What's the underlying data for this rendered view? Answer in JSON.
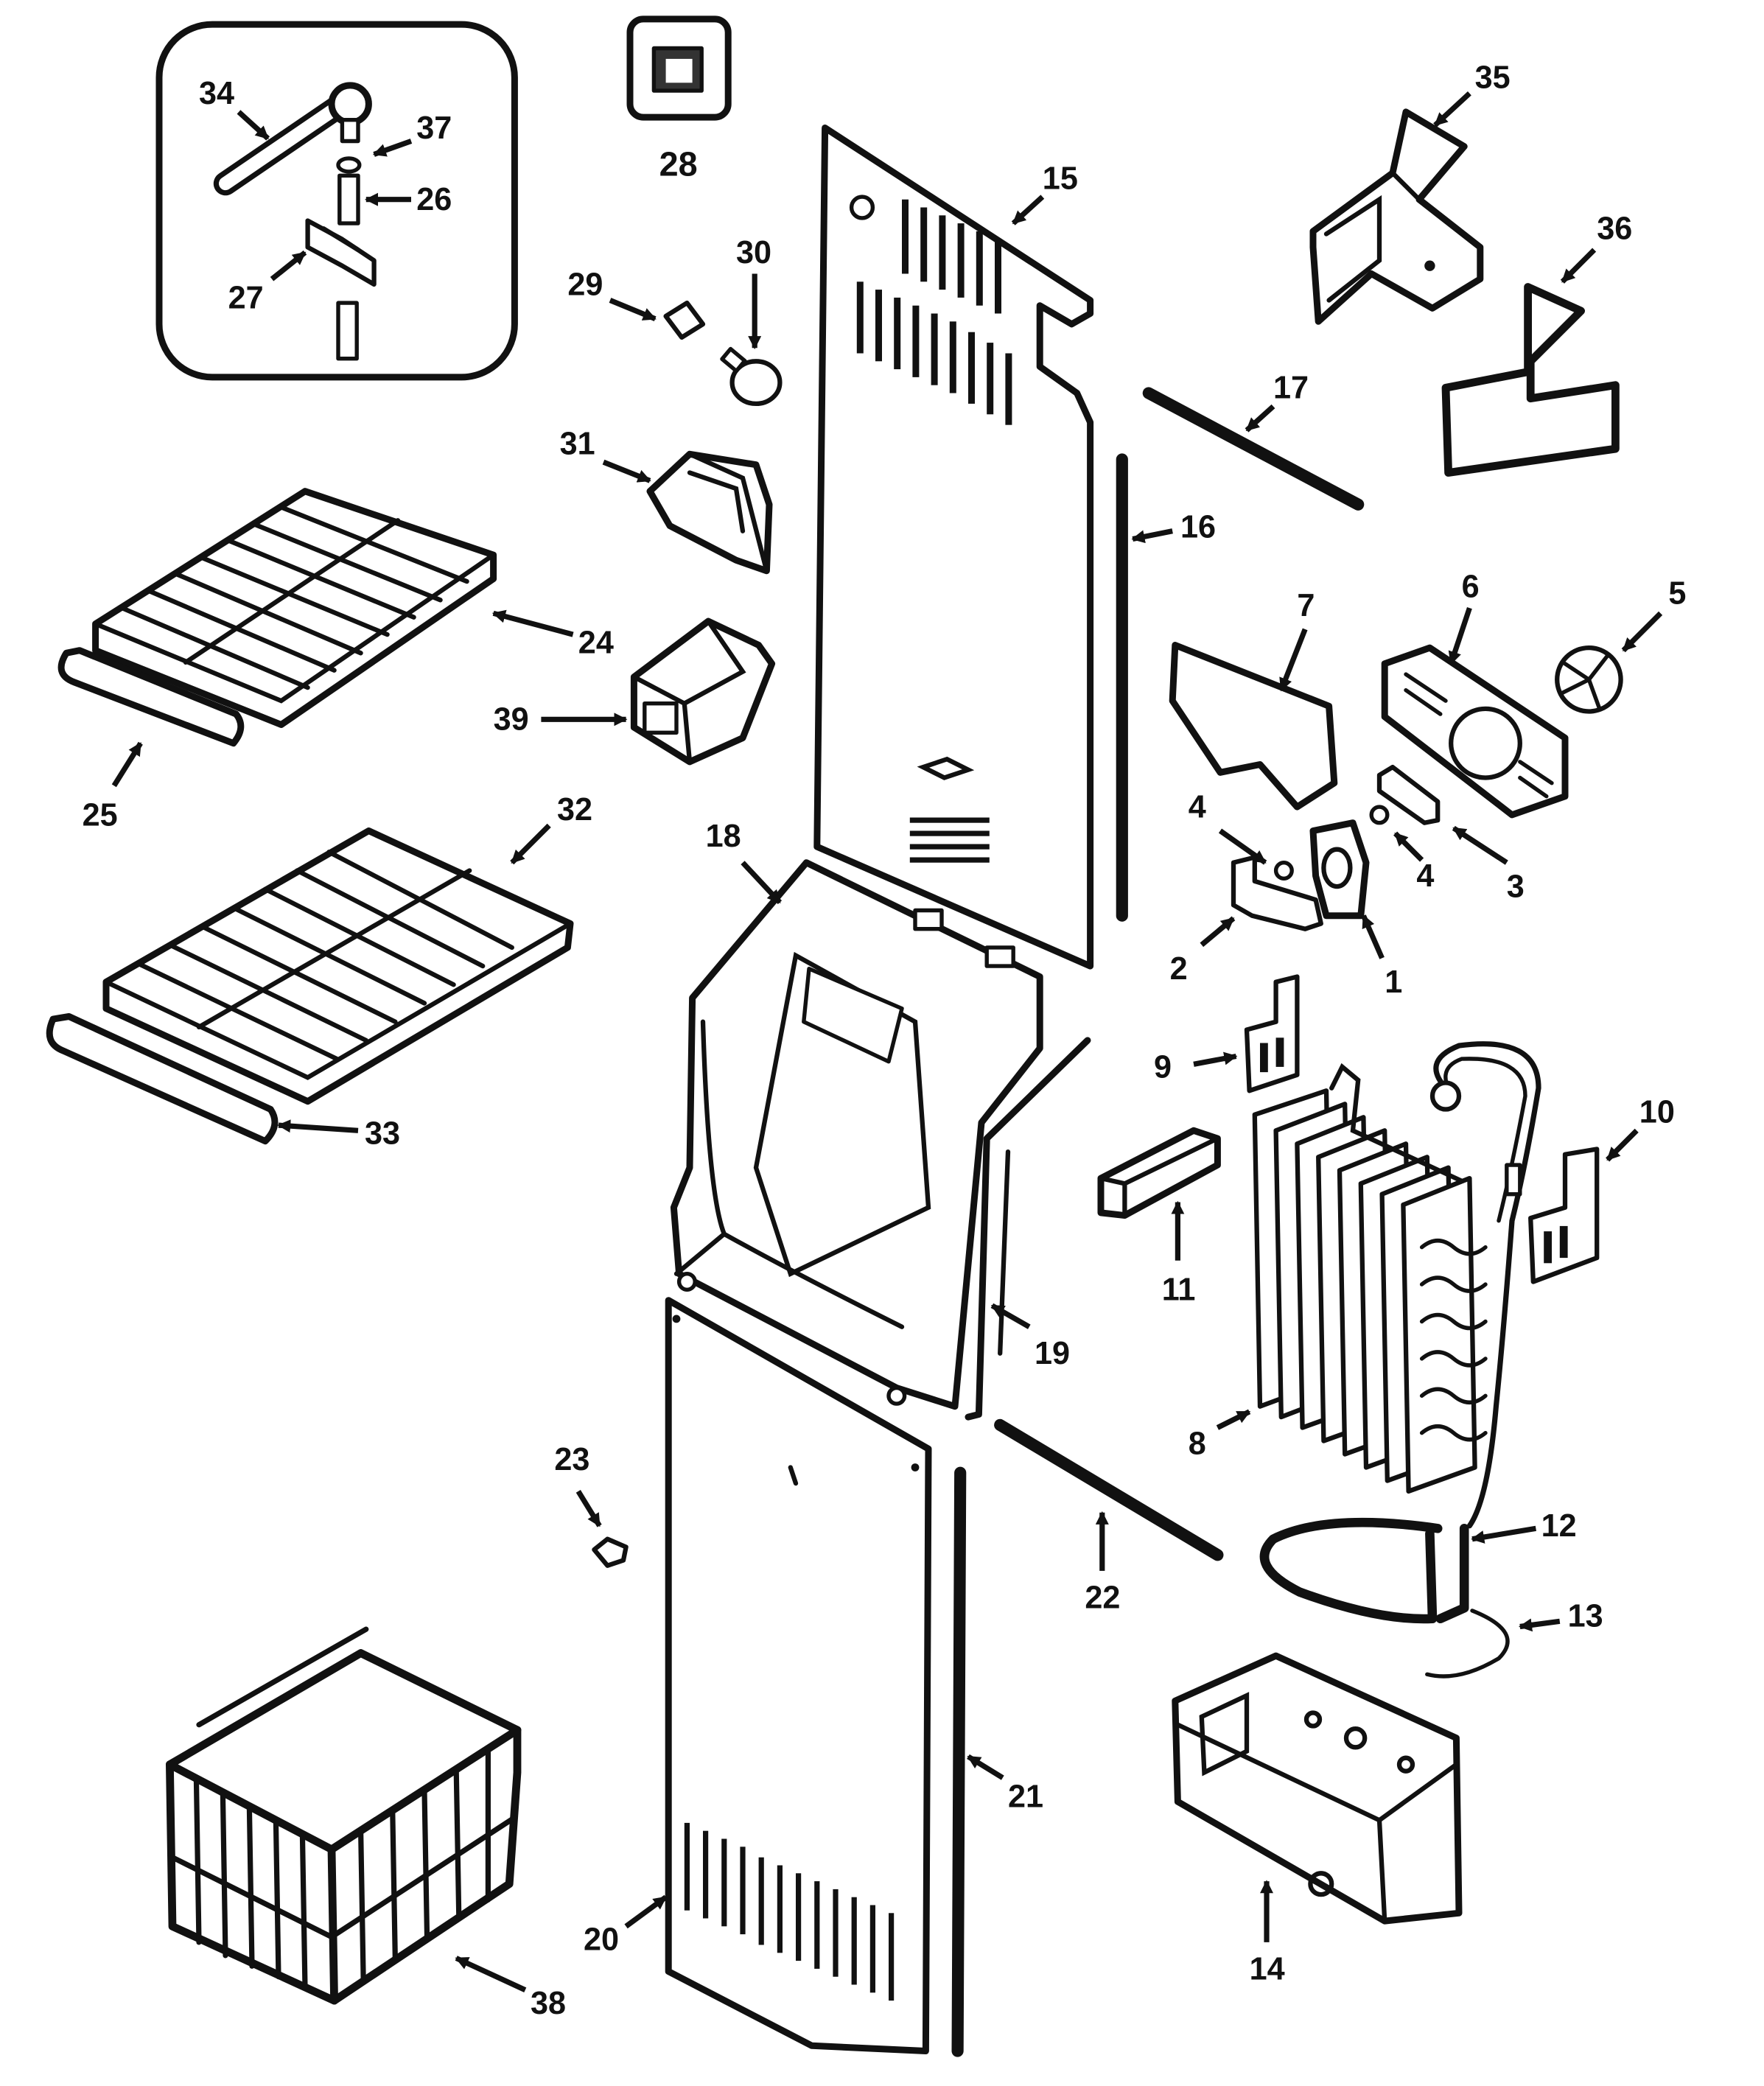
{
  "labels": {
    "p1": "1",
    "p2": "2",
    "p3": "3",
    "p4a": "4",
    "p4b": "4",
    "p5": "5",
    "p6": "6",
    "p7": "7",
    "p8": "8",
    "p9": "9",
    "p10": "10",
    "p11": "11",
    "p12": "12",
    "p13": "13",
    "p14": "14",
    "p15": "15",
    "p16": "16",
    "p17": "17",
    "p18": "18",
    "p19": "19",
    "p20": "20",
    "p21": "21",
    "p22": "22",
    "p23": "23",
    "p24": "24",
    "p25": "25",
    "p26": "26",
    "p27": "27",
    "p28": "28",
    "p29": "29",
    "p30": "30",
    "p31": "31",
    "p32": "32",
    "p33": "33",
    "p34": "34",
    "p35": "35",
    "p36": "36",
    "p37": "37",
    "p38": "38",
    "p39": "39"
  },
  "colors": {
    "ink": "#111111",
    "paper": "#ffffff"
  }
}
